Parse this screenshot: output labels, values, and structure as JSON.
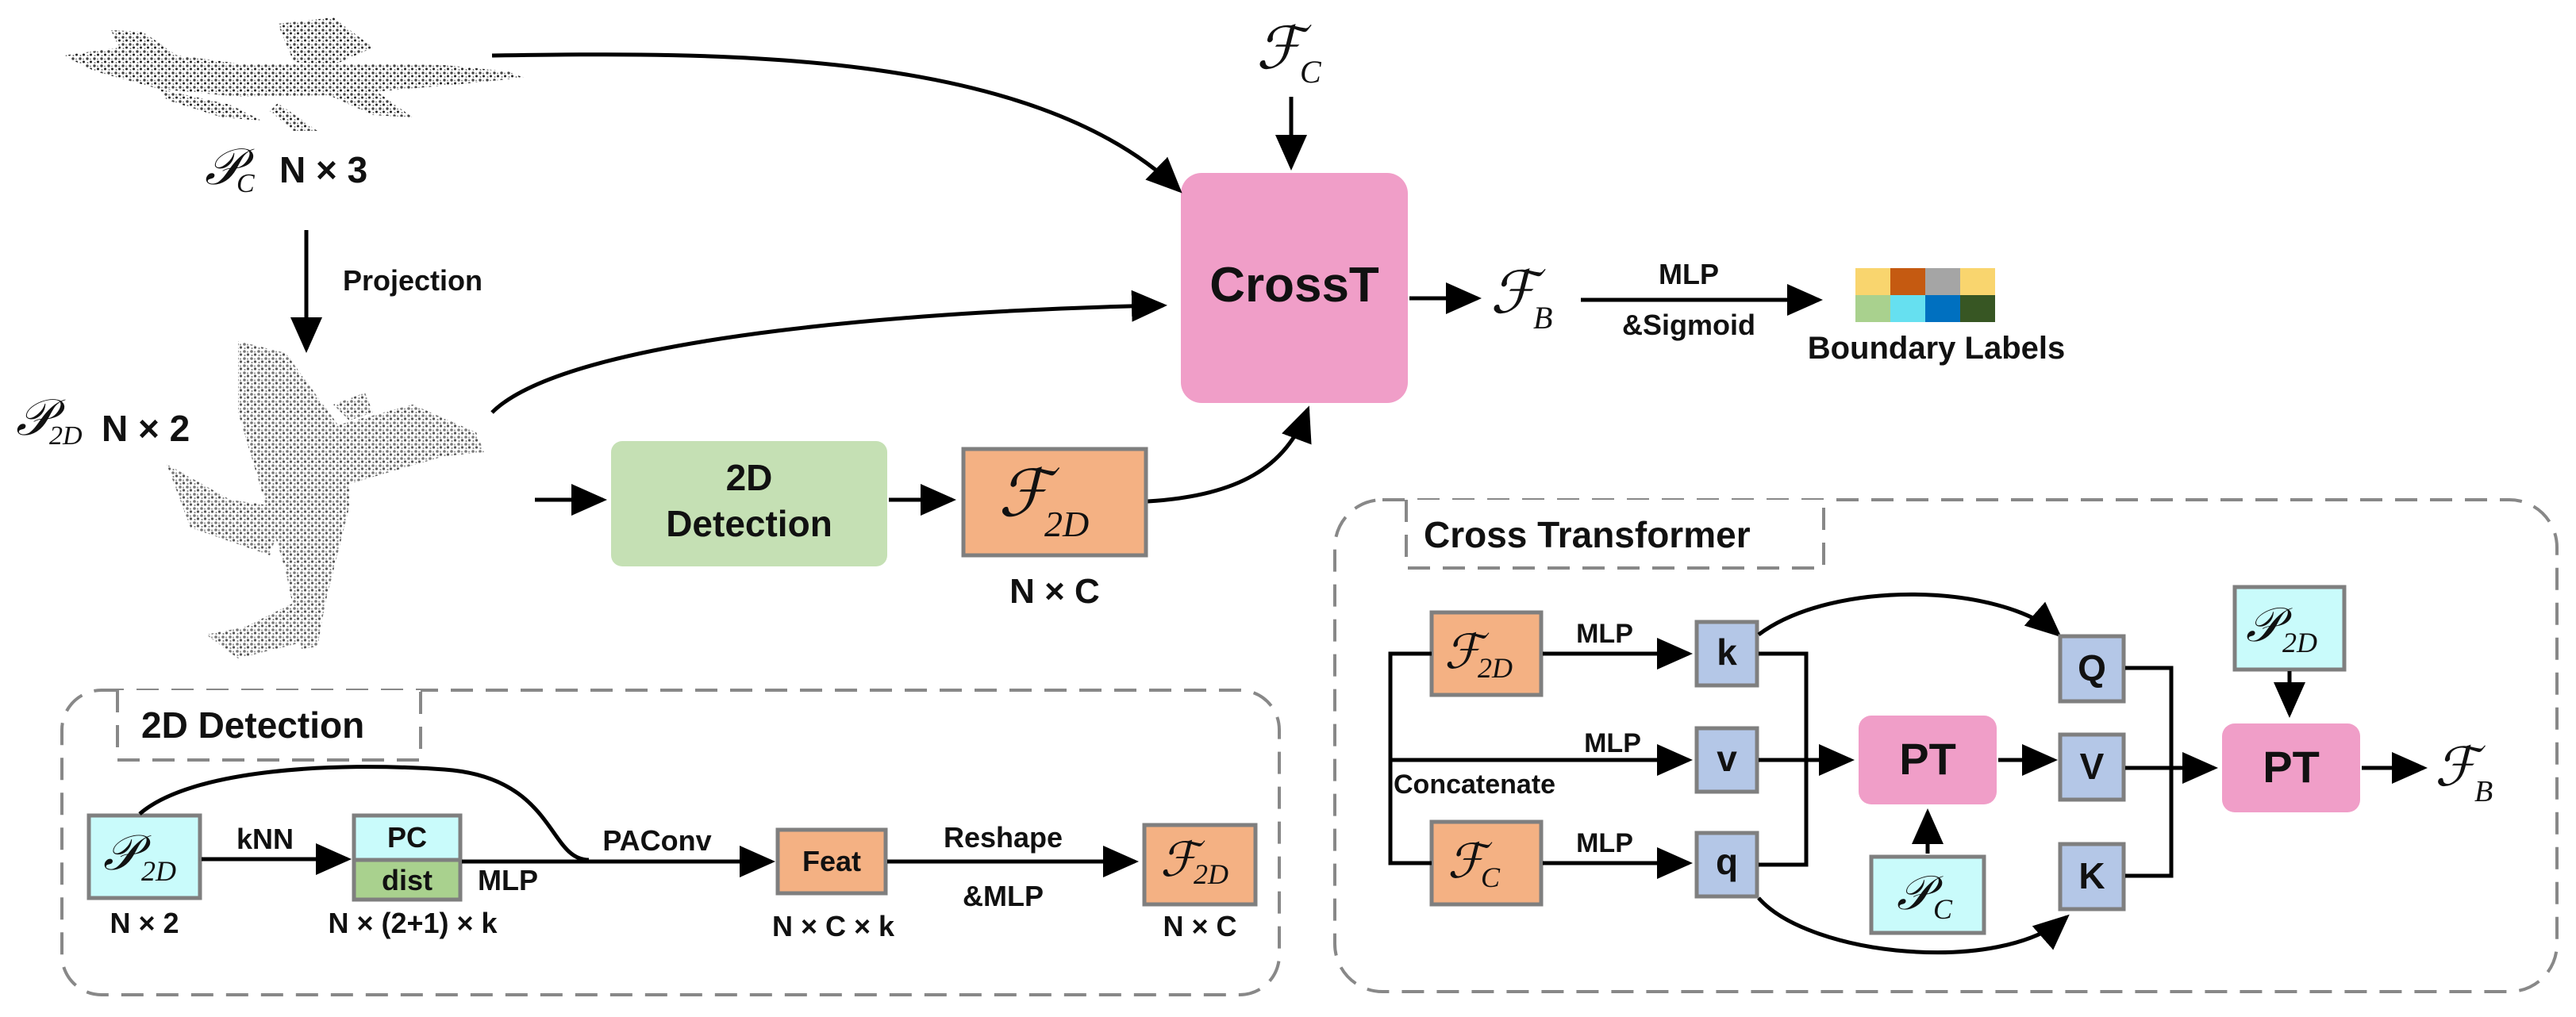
{
  "main": {
    "pc_symbol": "𝒫",
    "pc_sub": "C",
    "pc_shape": "N × 3",
    "projection_label": "Projection",
    "p2d_symbol": "𝒫",
    "p2d_sub": "2D",
    "p2d_shape": "N × 2",
    "fc_symbol": "ℱ",
    "fc_sub": "C",
    "crosst_label": "CrossT",
    "fb_symbol": "ℱ",
    "fb_sub": "B",
    "mlp_label": "MLP",
    "sigmoid_label": "&Sigmoid",
    "boundary_labels": "Boundary Labels",
    "detection_line1": "2D",
    "detection_line2": "Detection",
    "f2d_symbol": "ℱ",
    "f2d_sub": "2D",
    "f2d_shape": "N × C",
    "label_grid_colors": [
      "#f9d56e",
      "#c55a11",
      "#a5a5a5",
      "#f9d56e",
      "#a9d18e",
      "#66e0f0",
      "#0070c0",
      "#375623"
    ]
  },
  "detection_panel": {
    "title": "2D Detection",
    "p2d_sub": "2D",
    "p2d_shape": "N × 2",
    "knn_label": "kNN",
    "pc_label": "PC",
    "dist_label": "dist",
    "mlp_label": "MLP",
    "pcdist_shape": "N × (2+1) × k",
    "paconv_label": "PAConv",
    "feat_label": "Feat",
    "feat_shape": "N × C × k",
    "reshape_label": "Reshape",
    "reshape_mlp_label": "&MLP",
    "f2d_sub": "2D",
    "f2d_shape": "N × C"
  },
  "cross_panel": {
    "title": "Cross Transformer",
    "f2d_sub": "2D",
    "fc_sub": "C",
    "mlp_k": "MLP",
    "mlp_v": "MLP",
    "mlp_q": "MLP",
    "concatenate_label": "Concatenate",
    "k_label": "k",
    "v_label": "v",
    "q_label": "q",
    "pt1_label": "PT",
    "pc_sub": "C",
    "Q_label": "Q",
    "V_label": "V",
    "K_label": "K",
    "p2d_sub": "2D",
    "pt2_label": "PT",
    "fb_sub": "B"
  },
  "colors": {
    "pink": "#f09ec8",
    "green": "#c5e0b4",
    "orange": "#f4b183",
    "cyan": "#c9fbfb",
    "blue": "#b4c7e7",
    "dist_green": "#a9d18e"
  }
}
